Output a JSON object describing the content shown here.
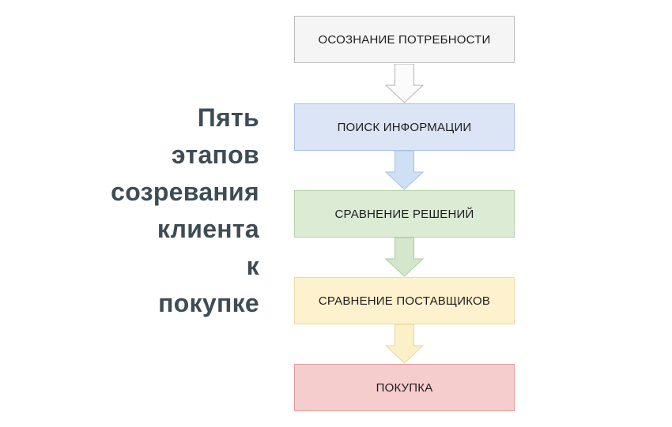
{
  "title": {
    "lines": [
      "Пять",
      "этапов",
      "созревания",
      "клиента",
      "к",
      "покупке"
    ],
    "color": "#3e4c55"
  },
  "stages": [
    {
      "label": "ОСОЗНАНИЕ ПОТРЕБНОСТИ",
      "fill": "#f5f5f5",
      "border": "#bcbcbc",
      "arrow_fill": "#fbfbfb",
      "arrow_border": "#b3b3b3"
    },
    {
      "label": "ПОИСК ИНФОРМАЦИИ",
      "fill": "#dbe5f6",
      "border": "#a8c1e8",
      "arrow_fill": "#cfe0f5",
      "arrow_border": "#a3c1ea"
    },
    {
      "label": "СРАВНЕНИЕ РЕШЕНИЙ",
      "fill": "#dcebd4",
      "border": "#b4d2a8",
      "arrow_fill": "#d4e7cb",
      "arrow_border": "#a9cb9d"
    },
    {
      "label": "СРАВНЕНИЕ ПОСТАВЩИКОВ",
      "fill": "#fdf2cd",
      "border": "#ecd9a3",
      "arrow_fill": "#fbf0c8",
      "arrow_border": "#e8d79f"
    },
    {
      "label": "ПОКУПКА",
      "fill": "#f5cdcd",
      "border": "#e39c9c",
      "arrow_fill": null,
      "arrow_border": null
    }
  ],
  "layout_values": {
    "box_tops": [
      20,
      131,
      241,
      351,
      461
    ],
    "arrow_tops": [
      81,
      191,
      301,
      411
    ]
  }
}
